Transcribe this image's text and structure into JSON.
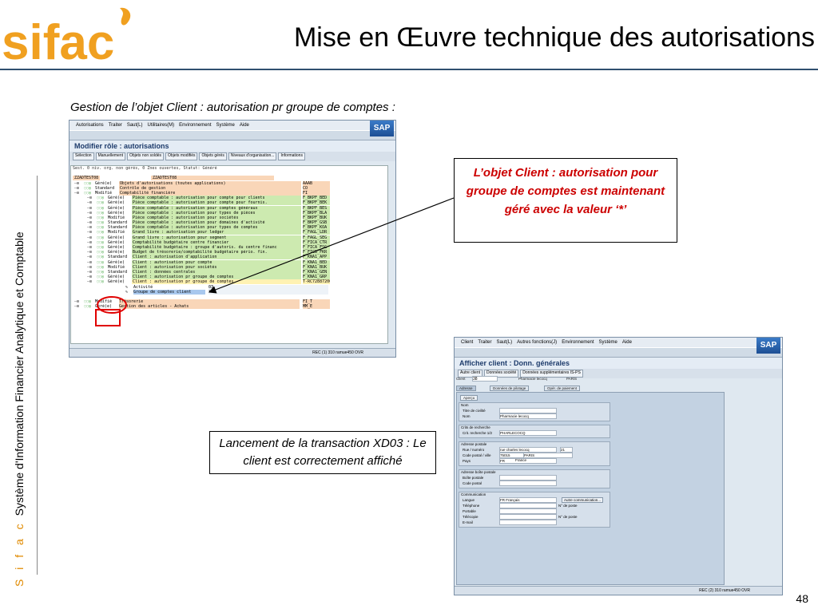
{
  "slide": {
    "title": "Mise en Œuvre technique des autorisations",
    "side_brand": "S i f a c",
    "side_text": "Système d'Information Financier Analytique et Comptable",
    "page_number": "48",
    "logo_text": "sifac"
  },
  "caption_top": "Gestion de l’objet Client : autorisation pr groupe de comptes :",
  "callout_red": "L’objet Client : autorisation pour groupe de comptes est maintenant géré avec la valeur ‘*’",
  "callout_black": "Lancement de la transaction XD03 : Le client est correctement affiché",
  "sap1": {
    "menu": [
      "Autorisations",
      "Traiter",
      "Saut(L)",
      "Utilitaires(M)",
      "Environnement",
      "Système",
      "Aide"
    ],
    "title": "Modifier rôle : autorisations",
    "buttons": [
      "Sélection",
      "Manuellement",
      "Objets non soldés",
      "Objets modifiés",
      "Objets gérés",
      "Niveaux d'organisation...",
      "Informations"
    ],
    "header_line": "Sest.        0 niv. org. non gérés,        0 Znes ouvertes, Statut: Généré",
    "profile": "ZZADTEST08",
    "rows": [
      {
        "state": "Géré(e)",
        "text": "Objets d'autorisations (toutes applications)",
        "code": "AAAB",
        "color": "#f9d6b8"
      },
      {
        "state": "Standard",
        "text": "Contrôle de gestion",
        "code": "CO",
        "color": "#f9d6b8"
      },
      {
        "state": "Modifié",
        "text": "Comptabilité financière",
        "code": "FI",
        "color": "#f9d6b8"
      },
      {
        "state": "Géré(e)",
        "text": "Pièce comptable : autorisation pour compte pour clients",
        "code": "F_BKPF_BED",
        "color": "#cdeab0"
      },
      {
        "state": "Géré(e)",
        "text": "Pièce comptable : autorisation pour compte pour fournis.",
        "code": "F_BKPF_BEK",
        "color": "#cdeab0"
      },
      {
        "state": "Géré(e)",
        "text": "Pièce comptable : autorisation pour comptes généraux",
        "code": "F_BKPF_BES",
        "color": "#cdeab0"
      },
      {
        "state": "Géré(e)",
        "text": "Pièce comptable : autorisation pour types de pièces",
        "code": "F_BKPF_BLA",
        "color": "#cdeab0"
      },
      {
        "state": "Modifié",
        "text": "Pièce comptable : autorisation pour sociétés",
        "code": "F_BKPF_BUK",
        "color": "#cdeab0"
      },
      {
        "state": "Standard",
        "text": "Pièce comptable : autorisation pour domaines d'activité",
        "code": "F_BKPF_GSB",
        "color": "#cdeab0"
      },
      {
        "state": "Standard",
        "text": "Pièce comptable : autorisation pour types de comptes",
        "code": "F_BKPF_KOA",
        "color": "#cdeab0"
      },
      {
        "state": "Modifié",
        "text": "Grand livre : autorisation pour ledger",
        "code": "F_FAGL_LDR",
        "color": "#cdeab0"
      },
      {
        "state": "Géré(e)",
        "text": "Grand livre : autorisation pour segment",
        "code": "F_FAGL_SEG",
        "color": "#cdeab0"
      },
      {
        "state": "Géré(e)",
        "text": "Comptabilité budgétaire centre financier",
        "code": "F_FICA_CTR",
        "color": "#cdeab0"
      },
      {
        "state": "Géré(e)",
        "text": "Comptabilité budgétaire : groupe d'autoris. du centre financ",
        "code": "F_FICA_FSG",
        "color": "#cdeab0"
      },
      {
        "state": "Géré(e)",
        "text": "Budget de trésorerie/comptabilité budgétaire pério. fin.",
        "code": "F_FICB_FKR",
        "color": "#cdeab0"
      },
      {
        "state": "Standard",
        "text": "Client : autorisation d'application",
        "code": "F_KNA1_APP",
        "color": "#cdeab0"
      },
      {
        "state": "Géré(e)",
        "text": "Client : autorisation pour compte",
        "code": "F_KNA1_BED",
        "color": "#cdeab0"
      },
      {
        "state": "Modifié",
        "text": "Client : autorisation pour sociétés",
        "code": "F_KNA1_BUK",
        "color": "#cdeab0"
      },
      {
        "state": "Standard",
        "text": "Client : données centrales",
        "code": "F_KNA1_GEN",
        "color": "#cdeab0"
      },
      {
        "state": "Géré(e)",
        "text": "Client : autorisation pr groupe de comptes",
        "code": "F_KNA1_GRP",
        "color": "#cdeab0"
      },
      {
        "state": "Géré(e)",
        "text": "Client : autorisation pr groupe de comptes",
        "code": "T-RC72887200",
        "color": "#fff2b3"
      }
    ],
    "fields": [
      {
        "label": "Activité",
        "value": "03"
      },
      {
        "label": "Groupe de comptes client",
        "value": "*"
      }
    ],
    "bottom_rows": [
      {
        "state": "Modifié",
        "text": "Trésorerie",
        "code": "FI_T"
      },
      {
        "state": "Géré(e)",
        "text": "Gestion des articles - Achats",
        "code": "MM_E"
      }
    ],
    "status": "REC (1) 310  ramue450  OVR"
  },
  "sap2": {
    "menu": [
      "Client",
      "Traiter",
      "Saut(L)",
      "Autres fonctions(J)",
      "Environnement",
      "Système",
      "Aide"
    ],
    "title": "Afficher client : Donn. générales",
    "buttons": [
      "Autre client",
      "Données société",
      "Données supplémentaires IS-PS"
    ],
    "client_label": "Client",
    "client_value": "38",
    "client_name": "Pharmacie lecocq",
    "client_city": "PARIS",
    "tabs": [
      "Adresse",
      "Données de pilotage",
      "Opér. de paiement"
    ],
    "tab_button": "Aperçu",
    "sections": [
      {
        "title": "Nom",
        "fields": [
          {
            "label": "Titre de civilité",
            "value": ""
          },
          {
            "label": "Nom",
            "value": "Pharmacie lecocq"
          }
        ]
      },
      {
        "title": "Crits de recherche",
        "fields": [
          {
            "label": "Crit. recherche 1/2",
            "value": "PHARLECOCQ"
          }
        ]
      },
      {
        "title": "Adresse postale",
        "fields": [
          {
            "label": "Rue / numéro",
            "value": "rue charles lecocq"
          },
          {
            "label": "Code postal / ville",
            "value": "75015"
          },
          {
            "label": "Pays",
            "value": "FR"
          }
        ]
      },
      {
        "title": "Adresse boîte postale",
        "fields": [
          {
            "label": "Boîte postale",
            "value": ""
          },
          {
            "label": "Code postal",
            "value": ""
          }
        ]
      },
      {
        "title": "Communication",
        "fields": [
          {
            "label": "Langue",
            "value": "FR Français"
          },
          {
            "label": "Téléphone",
            "value": ""
          },
          {
            "label": "Portable",
            "value": ""
          },
          {
            "label": "Télécopie",
            "value": ""
          },
          {
            "label": "E-mail",
            "value": ""
          }
        ]
      }
    ],
    "house_number": "21",
    "city": "PARIS",
    "country_name": "France",
    "other_comm": "Autre communication...",
    "ext_label": "N° de poste",
    "status": "REC (2) 310  ramue450  OVR"
  }
}
